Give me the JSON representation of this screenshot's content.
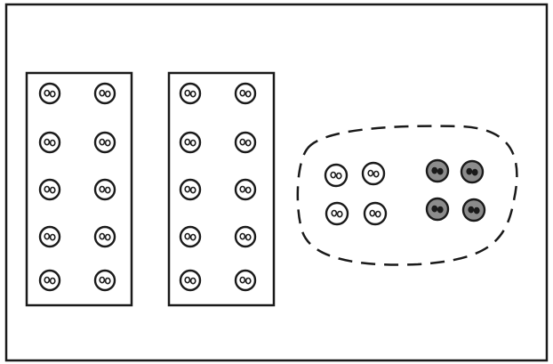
{
  "colors": {
    "ink": "#1a1a1a",
    "paper": "#ffffff",
    "shaded_counter": "#8c8c8c"
  },
  "groups": [
    {
      "name": "ten-frame-left",
      "counter_count": 10,
      "shaded": 0,
      "border": "solid"
    },
    {
      "name": "ten-frame-middle",
      "counter_count": 10,
      "shaded": 0,
      "border": "solid"
    },
    {
      "name": "loose-counters-group",
      "counter_count": 8,
      "shaded": 4,
      "border": "dashed"
    }
  ]
}
